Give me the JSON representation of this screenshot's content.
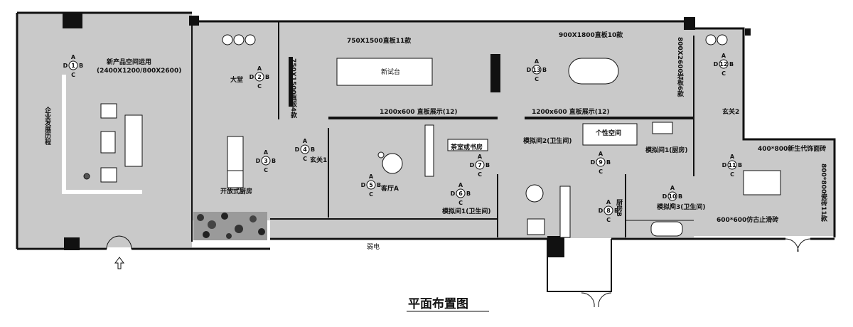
{
  "title": "平面布置图",
  "colors": {
    "floor": "#c9c9c9",
    "wall": "#111111",
    "background": "#ffffff"
  },
  "rooms": {
    "history": "企业发展历程",
    "new_product": "新产品空间运用",
    "new_product_size": "(2400X1200/800X2600)",
    "lobby": "大堂",
    "open_kitchen": "开放式厨房",
    "entry1": "玄关1",
    "living_a": "客厅A",
    "tea_study": "茶室或书房",
    "mock1_bath": "模拟间1(卫生间)",
    "mock2_bath": "模拟间2(卫生间)",
    "mock1_kitchen": "模拟间1(厨房)",
    "personality": "个性空间",
    "kitchen_b": "厨房B",
    "mock3_bath": "模拟间3(卫生间)",
    "entry2": "玄关2",
    "test_table": "新试台"
  },
  "specs": {
    "s750_11": "750X1500直板11款",
    "s900_10": "900X1800直板10款",
    "s750_4": "750X1500直板4款",
    "s800_6": "800X2600岩板6款",
    "s1200_a": "1200x600 直板展示(12)",
    "s1200_b": "1200x600 直板展示(12)",
    "s400": "400*800新生代饰面砖",
    "s800_11": "800*800瓷砖11款",
    "s600": "600*600仿古止滑砖"
  },
  "markers": [
    {
      "n": "1",
      "a": "A",
      "b": "B",
      "c": "C",
      "d": "D"
    },
    {
      "n": "2",
      "a": "A",
      "b": "B",
      "c": "C",
      "d": "D"
    },
    {
      "n": "3",
      "a": "A",
      "b": "B",
      "c": "C",
      "d": "D"
    },
    {
      "n": "4",
      "a": "A",
      "b": "B",
      "c": "C",
      "d": "D"
    },
    {
      "n": "5",
      "a": "A",
      "b": "B",
      "c": "C",
      "d": "D"
    },
    {
      "n": "6",
      "a": "A",
      "b": "B",
      "c": "C",
      "d": "D"
    },
    {
      "n": "7",
      "a": "A",
      "b": "B",
      "c": "C",
      "d": "D"
    },
    {
      "n": "8",
      "a": "A",
      "b": "B",
      "c": "C",
      "d": "D"
    },
    {
      "n": "9",
      "a": "A",
      "b": "B",
      "c": "C",
      "d": "D"
    },
    {
      "n": "10",
      "a": "A",
      "b": "B",
      "c": "C",
      "d": "D"
    },
    {
      "n": "11",
      "a": "A",
      "b": "B",
      "c": "C",
      "d": "D"
    },
    {
      "n": "12",
      "a": "A",
      "b": "B",
      "c": "C",
      "d": "D"
    },
    {
      "n": "13",
      "a": "A",
      "b": "B",
      "c": "C",
      "d": "D"
    }
  ],
  "misc": {
    "weak_power": "弱电"
  }
}
